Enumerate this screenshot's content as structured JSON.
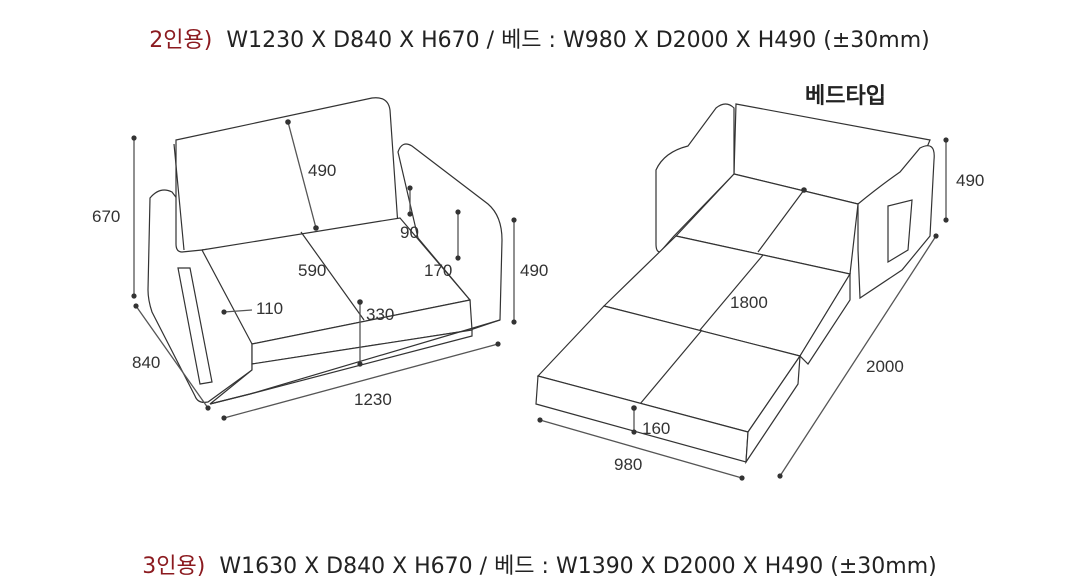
{
  "spec_top": {
    "tag": "2인용)",
    "text": "W1230 X D840 X H670 / 베드 : W980 X D2000 X H490 (±30mm)"
  },
  "spec_bottom": {
    "tag": "3인용)",
    "text": "W1630 X D840 X H670 / 베드 : W1390 X D2000 X H490 (±30mm)"
  },
  "bed_type_label": "베드타입",
  "sofa_dims": {
    "height_total": "670",
    "backrest": "490",
    "arm_depth": "90",
    "seat_depth": "590",
    "arm_height": "170",
    "seat_front_height": "110",
    "seat_height": "330",
    "side_height": "490",
    "depth": "840",
    "width": "1230"
  },
  "bed_dims": {
    "back_height": "490",
    "length_inner": "1800",
    "length_total": "2000",
    "mattress_height": "160",
    "width": "980"
  }
}
